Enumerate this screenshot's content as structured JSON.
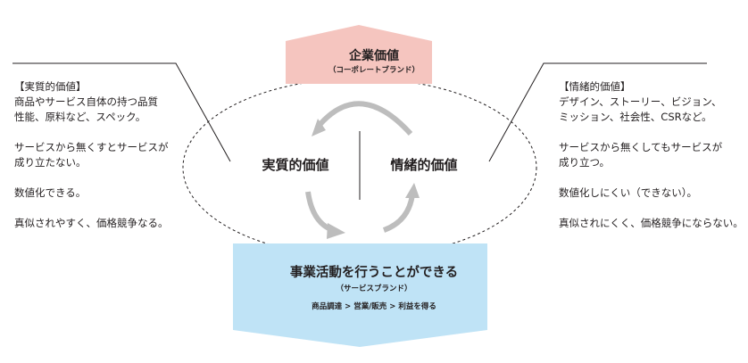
{
  "top": {
    "title": "企業価値",
    "subtitle": "（コーポレートブランド）"
  },
  "center": {
    "left_label": "実質的価値",
    "right_label": "情緒的価値"
  },
  "bottom": {
    "title": "事業活動を行うことができる",
    "subtitle": "（サービスブランド）",
    "flow": "商品調達 > 営業/販売 > 利益を得る"
  },
  "left_panel": {
    "heading": "【実質的価値】",
    "lines": [
      "商品やサービス自体の持つ品質",
      "性能、原料など、スペック。"
    ],
    "point1": "サービスから無くすとサービスが",
    "point1_cont": "成り立たない。",
    "point2": "数値化できる。",
    "point3": "真似されやすく、価格競争なる。"
  },
  "right_panel": {
    "heading": "【情緒的価値】",
    "lines": [
      "デザイン、ストーリー、ビジョン、",
      "ミッション、社会性、CSRなど。"
    ],
    "point1": "サービスから無くしてもサービスが",
    "point1_cont": "成り立つ。",
    "point2": "数値化しにくい（できない）。",
    "point3": "真似されにくく、価格競争にならない。"
  },
  "colors": {
    "top_box_fill": "#f5c5bf",
    "bottom_box_fill": "#bfe3f6",
    "arrow_gray": "#bdbdbd",
    "line_color": "#231f20"
  }
}
